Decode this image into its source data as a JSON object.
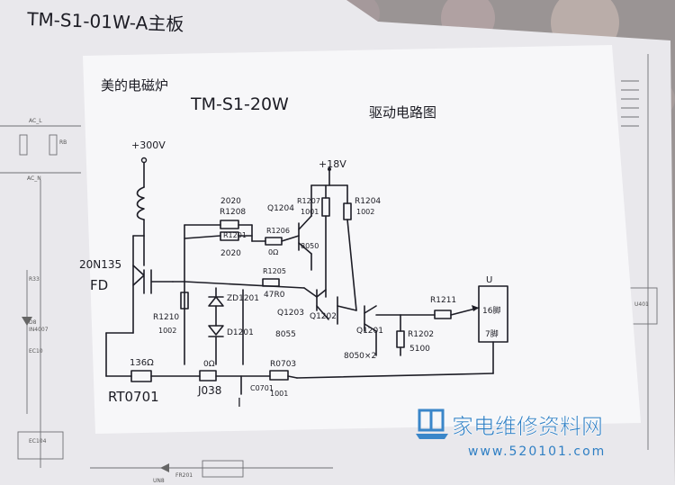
{
  "background_sheet": {
    "title": "TM-S1-01W-A主板",
    "printed_labels": [
      "AC_L",
      "RB",
      "AC_N",
      "R33",
      "D8",
      "IN4007",
      "EC10",
      "EC104",
      "FR201",
      "UN8",
      "U401"
    ]
  },
  "sketch": {
    "title_brand": "美的电磁炉",
    "title_model": "TM-S1-20W",
    "title_kind": "驱动电路图",
    "labels": {
      "v300": "+300V",
      "v18": "+18V",
      "igbt": "20N135",
      "igbt_sub": "FD",
      "r1208_val": "2020",
      "r1208": "R1208",
      "r1201": "R1201",
      "r1201_val": "2020",
      "q1204": "Q1204",
      "r1207": "R1207",
      "r1207_val": "1001",
      "r1206": "R1206",
      "r1206_val": "0Ω",
      "q1204_type": "8050",
      "r1204": "R1204",
      "r1204_val": "1002",
      "r1205": "R1205",
      "r1205_val": "47R0",
      "zd1201": "ZD1201",
      "d1201": "D1201",
      "r1210": "R1210",
      "r1210_val": "1002",
      "q1203": "Q1203",
      "q1203_type": "8055",
      "q1202": "Q1202",
      "q1201": "Q1201",
      "q1201_type": "8050×2",
      "r1202": "R1202",
      "r1202_val": "5100",
      "r1211": "R1211",
      "u": "U",
      "pin_high": "16脚",
      "pin_low": "7脚",
      "rt_val": "136Ω",
      "rt": "RT0701",
      "j_val": "0Ω",
      "j": "J038",
      "c": "C0701",
      "r0703": "R0703",
      "r0703_val": "1001",
      "ground": "I"
    }
  },
  "watermark": {
    "brand": "家电维修资料网",
    "url": "www.520101.com"
  }
}
